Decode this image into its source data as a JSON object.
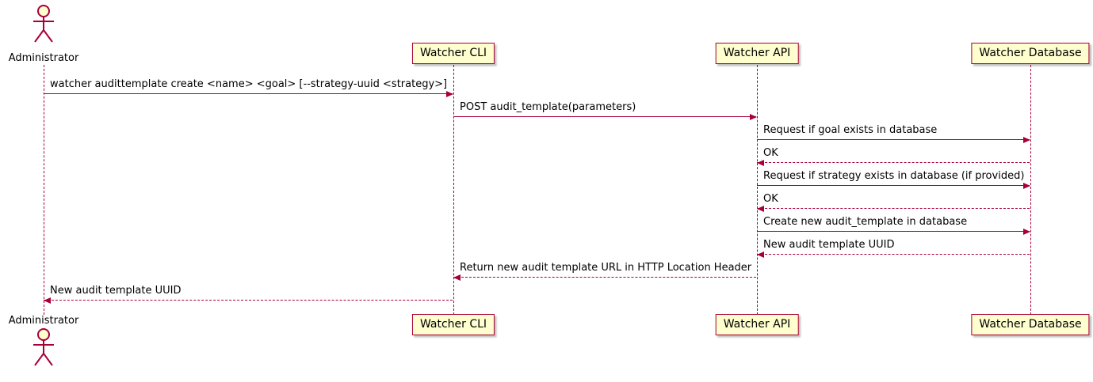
{
  "diagram": {
    "type": "sequence-diagram",
    "actor": {
      "name": "Administrator"
    },
    "participants": [
      {
        "id": "cli",
        "name": "Watcher CLI"
      },
      {
        "id": "api",
        "name": "Watcher API"
      },
      {
        "id": "db",
        "name": "Watcher Database"
      }
    ],
    "messages": [
      {
        "from": "admin",
        "to": "cli",
        "style": "solid",
        "text": "watcher audittemplate create <name> <goal> [--strategy-uuid <strategy>]"
      },
      {
        "from": "cli",
        "to": "api",
        "style": "solid",
        "text": "POST audit_template(parameters)"
      },
      {
        "from": "api",
        "to": "db",
        "style": "solid",
        "text": "Request if goal exists in database"
      },
      {
        "from": "db",
        "to": "api",
        "style": "dashed",
        "text": "OK"
      },
      {
        "from": "api",
        "to": "db",
        "style": "solid",
        "text": "Request if strategy exists in database (if provided)"
      },
      {
        "from": "db",
        "to": "api",
        "style": "dashed",
        "text": "OK"
      },
      {
        "from": "api",
        "to": "db",
        "style": "solid",
        "text": "Create new audit_template in database"
      },
      {
        "from": "db",
        "to": "api",
        "style": "dashed",
        "text": "New audit template UUID"
      },
      {
        "from": "api",
        "to": "cli",
        "style": "dashed",
        "text": "Return new audit template URL in HTTP Location Header"
      },
      {
        "from": "cli",
        "to": "admin",
        "style": "dashed",
        "text": "New audit template UUID"
      }
    ],
    "colors": {
      "border": "#A80036",
      "fill": "#FEFECE",
      "text": "#000000",
      "background": "#FFFFFF"
    }
  }
}
